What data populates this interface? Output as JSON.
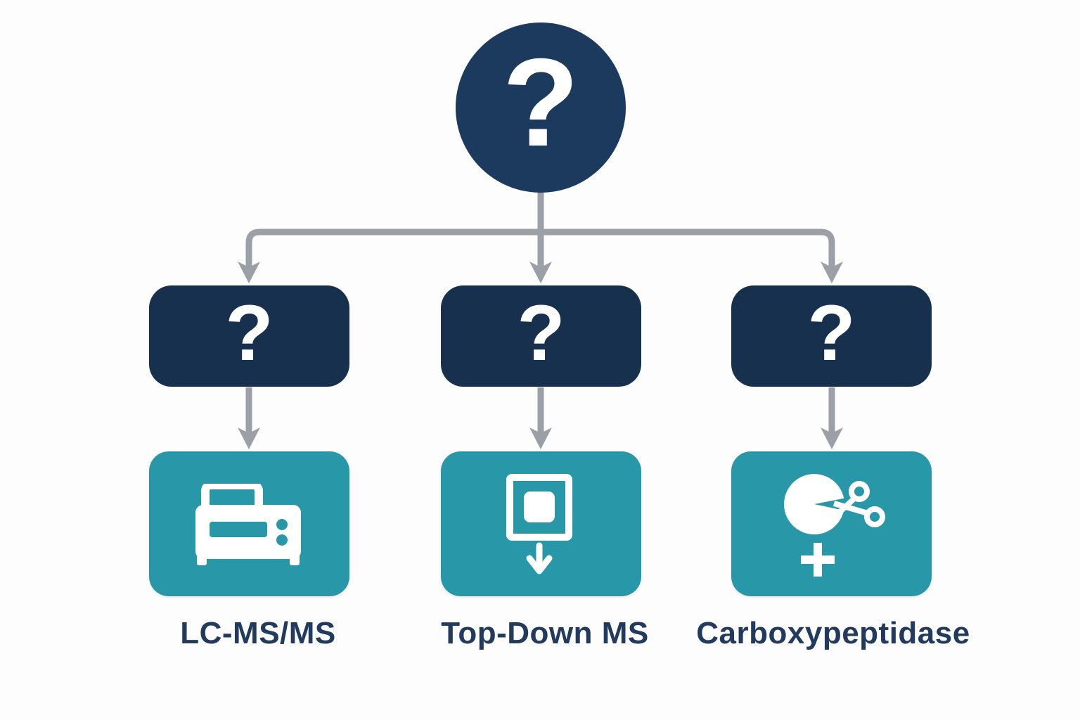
{
  "diagram": {
    "title": "protein identification methods decision tree",
    "root": {
      "symbol": "?"
    },
    "columns": [
      {
        "question": "?",
        "label": "LC-MS/MS",
        "icon": "mass-spec-instrument-icon"
      },
      {
        "question": "?",
        "label": "Top-Down MS",
        "icon": "top-down-arrow-icon"
      },
      {
        "question": "?",
        "label": "Carboxypeptidase",
        "icon": "enzyme-cleavage-scissors-icon"
      }
    ],
    "colors": {
      "navy_node": "#1c3a5e",
      "navy_box": "#16304e",
      "teal_box": "#2898a8",
      "connector_gray": "#9aa0a5",
      "label_text": "#223a5e",
      "icon_white": "#ffffff",
      "background": "#fdfdfd"
    }
  }
}
